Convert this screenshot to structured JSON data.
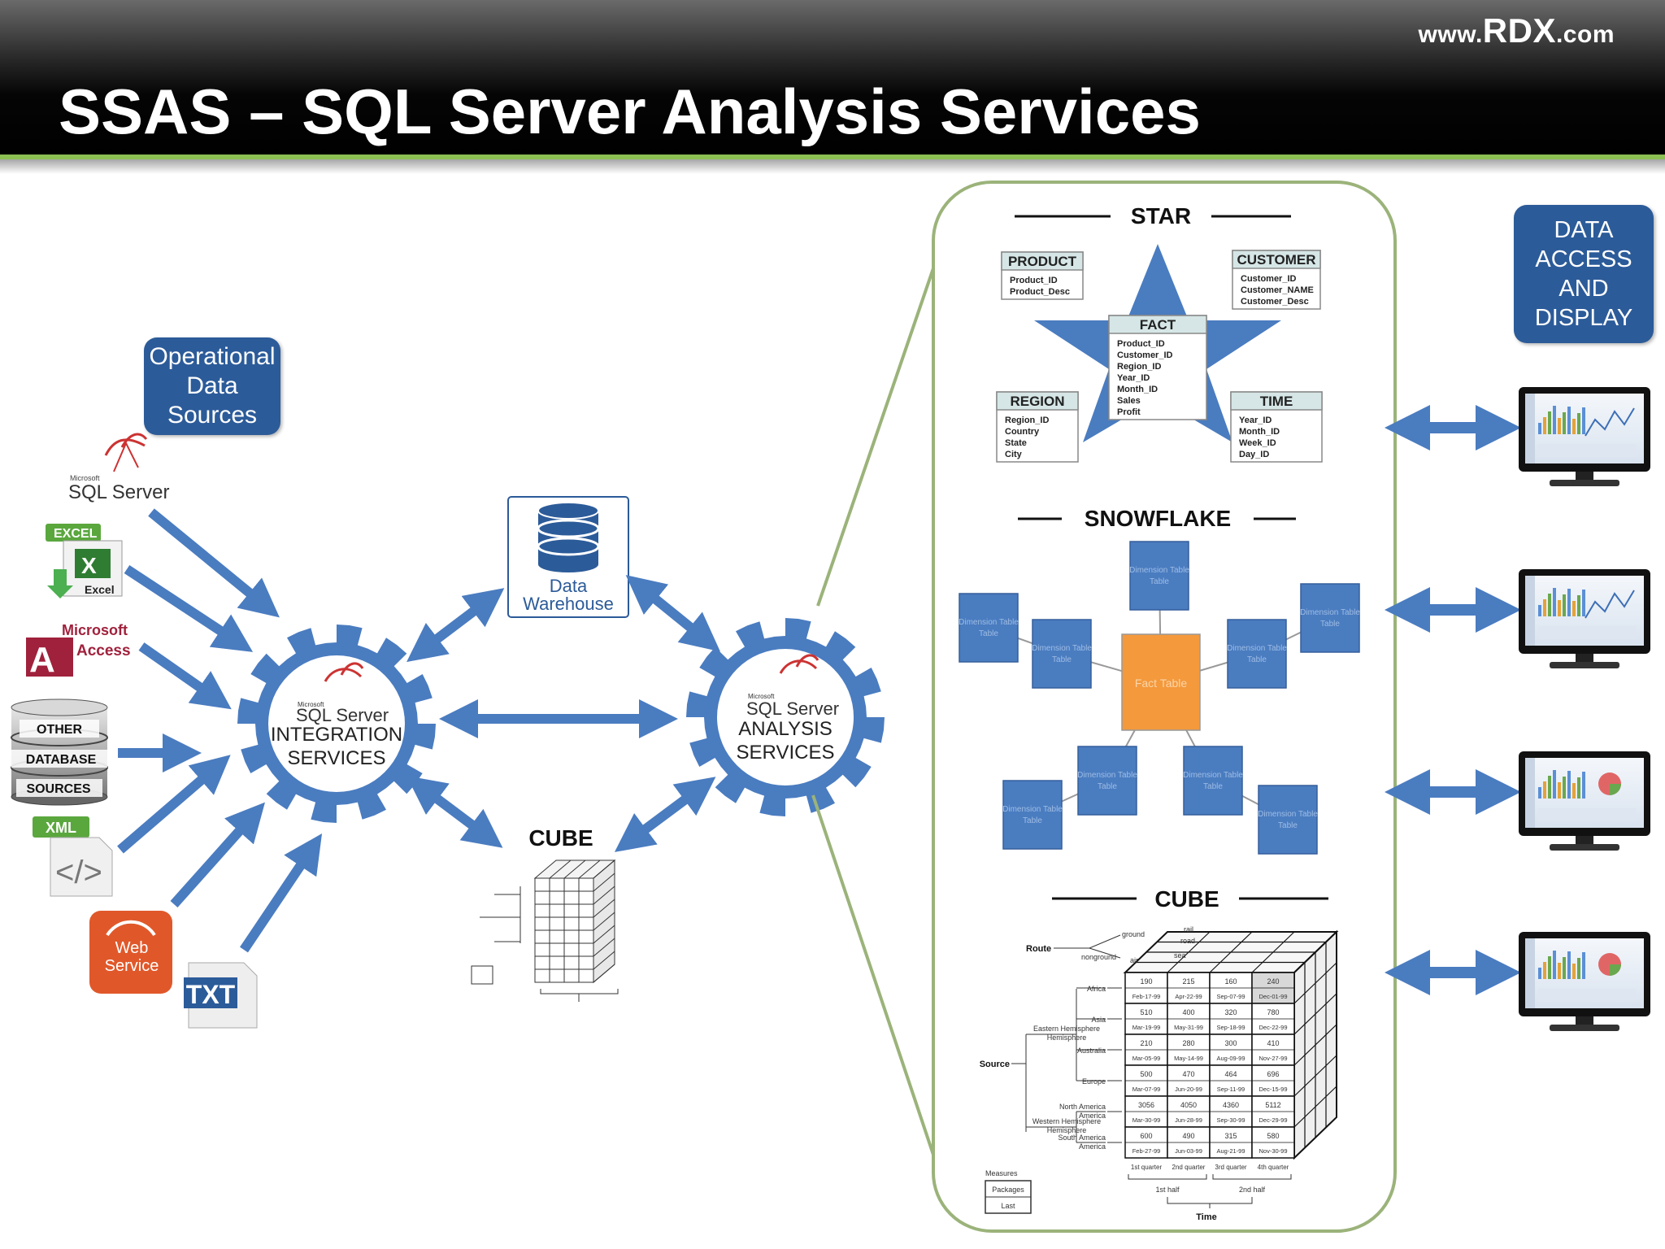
{
  "header": {
    "brand_prefix": "www.",
    "brand_name": "RDX",
    "brand_suffix": ".com",
    "title": "SSAS – SQL Server Analysis Services"
  },
  "colors": {
    "accent_blue": "#4a7cc0",
    "box_blue": "#2c5b99",
    "header_green": "#8cc052",
    "panel_border": "#9bb37a",
    "fact_orange": "#f4993c"
  },
  "operational": {
    "label_lines": [
      "Operational",
      "Data",
      "Sources"
    ]
  },
  "data_access": {
    "label_lines": [
      "DATA",
      "ACCESS",
      "AND",
      "DISPLAY"
    ]
  },
  "sources": {
    "sqlserver_small": "Microsoft",
    "sqlserver": "SQL Server",
    "excel_tab": "EXCEL",
    "excel_name": "Excel",
    "access_brand": "Microsoft",
    "access_name": "Access",
    "other_db": [
      "OTHER",
      "DATABASE",
      "SOURCES"
    ],
    "xml": "XML",
    "xml_glyph": "</>",
    "web_service": [
      "Web",
      "Service"
    ],
    "txt": "TXT"
  },
  "integration": {
    "brand_small": "Microsoft",
    "brand": "SQL Server",
    "lines": [
      "INTEGRATION",
      "SERVICES"
    ]
  },
  "analysis": {
    "brand_small": "Microsoft",
    "brand": "SQL Server",
    "lines": [
      "ANALYSIS",
      "SERVICES"
    ]
  },
  "warehouse": {
    "lines": [
      "Data",
      "Warehouse"
    ]
  },
  "cube_small": {
    "label": "CUBE"
  },
  "star": {
    "title": "STAR",
    "fact": {
      "name": "FACT",
      "fields": [
        "Product_ID",
        "Customer_ID",
        "Region_ID",
        "Year_ID",
        "Month_ID",
        "Sales",
        "Profit"
      ]
    },
    "product": {
      "name": "PRODUCT",
      "fields": [
        "Product_ID",
        "Product_Desc"
      ]
    },
    "customer": {
      "name": "CUSTOMER",
      "fields": [
        "Customer_ID",
        "Customer_NAME",
        "Customer_Desc"
      ]
    },
    "region": {
      "name": "REGION",
      "fields": [
        "Region_ID",
        "Country",
        "State",
        "City"
      ]
    },
    "time": {
      "name": "TIME",
      "fields": [
        "Year_ID",
        "Month_ID",
        "Week_ID",
        "Day_ID"
      ]
    }
  },
  "snowflake": {
    "title": "SNOWFLAKE",
    "fact_label": "Fact Table",
    "dim_label": "Dimension Table"
  },
  "cube_big": {
    "title": "CUBE",
    "route": "Route",
    "route_items": [
      "ground",
      "rail",
      "road",
      "nonground",
      "air",
      "sea"
    ],
    "source": "Source",
    "eastern": "Eastern Hemisphere",
    "western": "Western Hemisphere",
    "regions": [
      "Africa",
      "Asia",
      "Australia",
      "Europe",
      "North America",
      "South America"
    ],
    "values": [
      [
        "190",
        "215",
        "160",
        "240"
      ],
      [
        "510",
        "400",
        "320",
        "780"
      ],
      [
        "210",
        "280",
        "300",
        "410"
      ],
      [
        "500",
        "470",
        "464",
        "696"
      ],
      [
        "3056",
        "4050",
        "4360",
        "5112"
      ],
      [
        "600",
        "490",
        "315",
        "580"
      ]
    ],
    "dates": [
      [
        "Feb-17-99",
        "Apr-22-99",
        "Sep-07-99",
        "Dec-01-99"
      ],
      [
        "Mar-19-99",
        "May-31-99",
        "Sep-18-99",
        "Dec-22-99"
      ],
      [
        "Mar-05-99",
        "May-14-99",
        "Aug-09-99",
        "Nov-27-99"
      ],
      [
        "Mar-07-99",
        "Jun-20-99",
        "Sep-11-99",
        "Dec-15-99"
      ],
      [
        "Mar-30-99",
        "Jun-28-99",
        "Sep-30-99",
        "Dec-29-99"
      ],
      [
        "Feb-27-99",
        "Jun-03-99",
        "Aug-21-99",
        "Nov-30-99"
      ]
    ],
    "quarters": [
      "1st quarter",
      "2nd quarter",
      "3rd quarter",
      "4th quarter"
    ],
    "halves": [
      "1st half",
      "2nd half"
    ],
    "time": "Time",
    "measures": "Measures",
    "measure_items": [
      "Packages",
      "Last"
    ]
  }
}
